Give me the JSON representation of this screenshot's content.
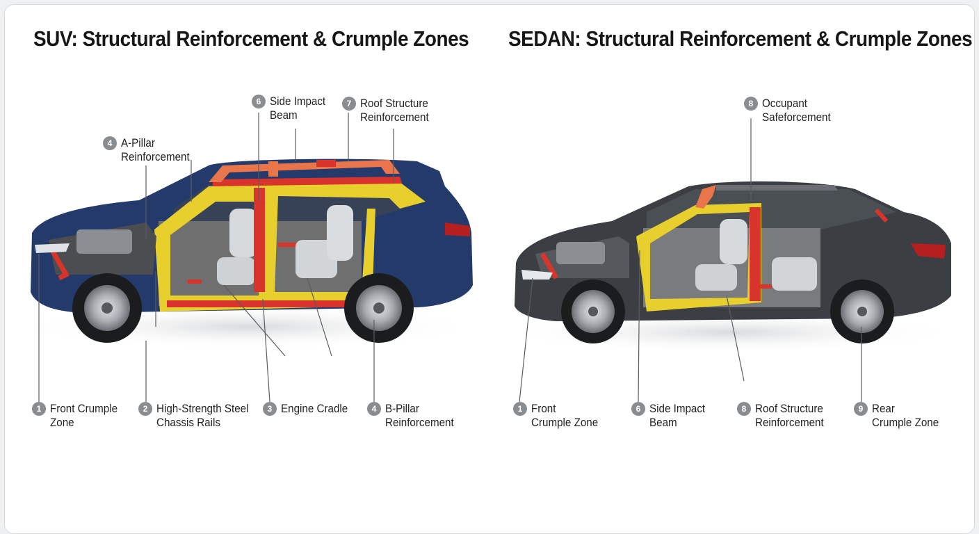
{
  "panels": {
    "suv": {
      "title": "SUV: Structural Reinforcement & Crumple Zones",
      "labels": [
        {
          "num": "4",
          "lines": [
            "A-Pillar",
            "Reinforcement"
          ]
        },
        {
          "num": "6",
          "lines": [
            "Side Impact",
            "Beam"
          ]
        },
        {
          "num": "7",
          "lines": [
            "Roof Structure",
            "Reinforcement"
          ]
        },
        {
          "num": "1",
          "lines": [
            "Front Crumple",
            "Zone"
          ]
        },
        {
          "num": "2",
          "lines": [
            "High-Strength Steel",
            "Chassis Rails"
          ]
        },
        {
          "num": "3",
          "lines": [
            "Engine Cradle"
          ]
        },
        {
          "num": "4",
          "lines": [
            "B-Pillar",
            "Reinforcement"
          ]
        }
      ]
    },
    "sedan": {
      "title": "SEDAN: Structural Reinforcement & Crumple Zones",
      "labels": [
        {
          "num": "8",
          "lines": [
            "Occupant",
            "Safeforcement"
          ]
        },
        {
          "num": "1",
          "lines": [
            "Front",
            "Crumple Zone"
          ]
        },
        {
          "num": "6",
          "lines": [
            "Side Impact",
            "Beam"
          ]
        },
        {
          "num": "8",
          "lines": [
            "Roof Structure",
            "Reinforcement"
          ]
        },
        {
          "num": "9",
          "lines": [
            "Rear",
            "Crumple Zone"
          ]
        }
      ]
    }
  },
  "colors": {
    "suv_body": "#233a6b",
    "sedan_body": "#3b3e42",
    "reinforcement_yellow": "#e7cf2e",
    "crumple_red": "#d9342b",
    "roof_orange": "#e9754a",
    "badge_gray": "#8a8d90"
  }
}
